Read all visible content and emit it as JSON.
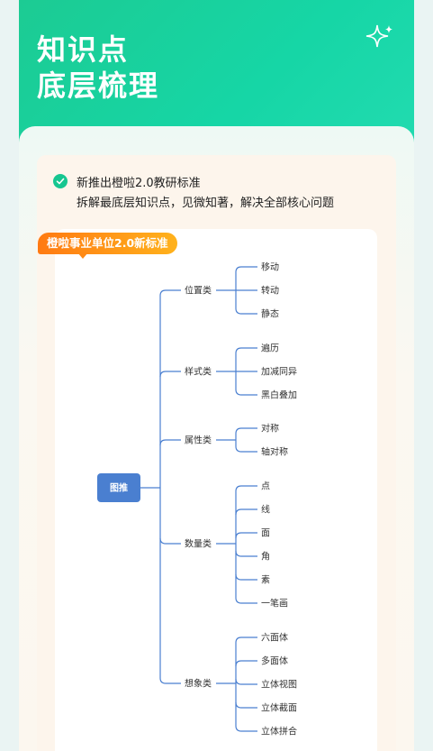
{
  "header": {
    "title_line1": "知识点",
    "title_line2": "底层梳理",
    "sparkle_icon": "sparkle-icon"
  },
  "intro": {
    "line1": "新推出橙啦2.0教研标准",
    "line2": "拆解最底层知识点，见微知著，解决全部核心问题"
  },
  "tag": {
    "label": "橙啦事业单位2.0新标准"
  },
  "colors": {
    "accent_green": "#16c690",
    "mindmap_blue": "#4a7fd0",
    "tag_orange": "#ff8a15"
  },
  "mindmap": {
    "root": "图推",
    "branches": [
      {
        "label": "位置类",
        "leaves": [
          "移动",
          "转动",
          "静态"
        ]
      },
      {
        "label": "样式类",
        "leaves": [
          "遍历",
          "加减同异",
          "黑白叠加"
        ]
      },
      {
        "label": "属性类",
        "leaves": [
          "对称",
          "轴对称"
        ]
      },
      {
        "label": "数量类",
        "leaves": [
          "点",
          "线",
          "面",
          "角",
          "素",
          "一笔画"
        ]
      },
      {
        "label": "想象类",
        "leaves": [
          "六面体",
          "多面体",
          "立体视图",
          "立体截面",
          "立体拼合"
        ]
      }
    ]
  }
}
